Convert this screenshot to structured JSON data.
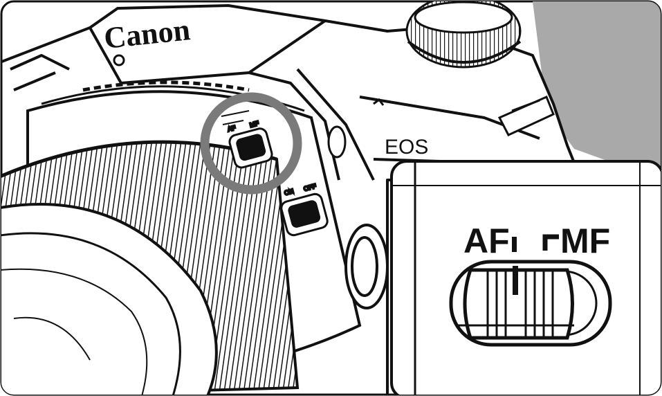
{
  "illustration": {
    "brand_text": "Canon",
    "model_text": "EOS",
    "inset": {
      "af_label": "AF",
      "mf_label": "MF",
      "selected_mode": "AF"
    },
    "highlight_color": "#7a7a7a",
    "line_color": "#111111",
    "shade_color": "#a9a9a9"
  }
}
